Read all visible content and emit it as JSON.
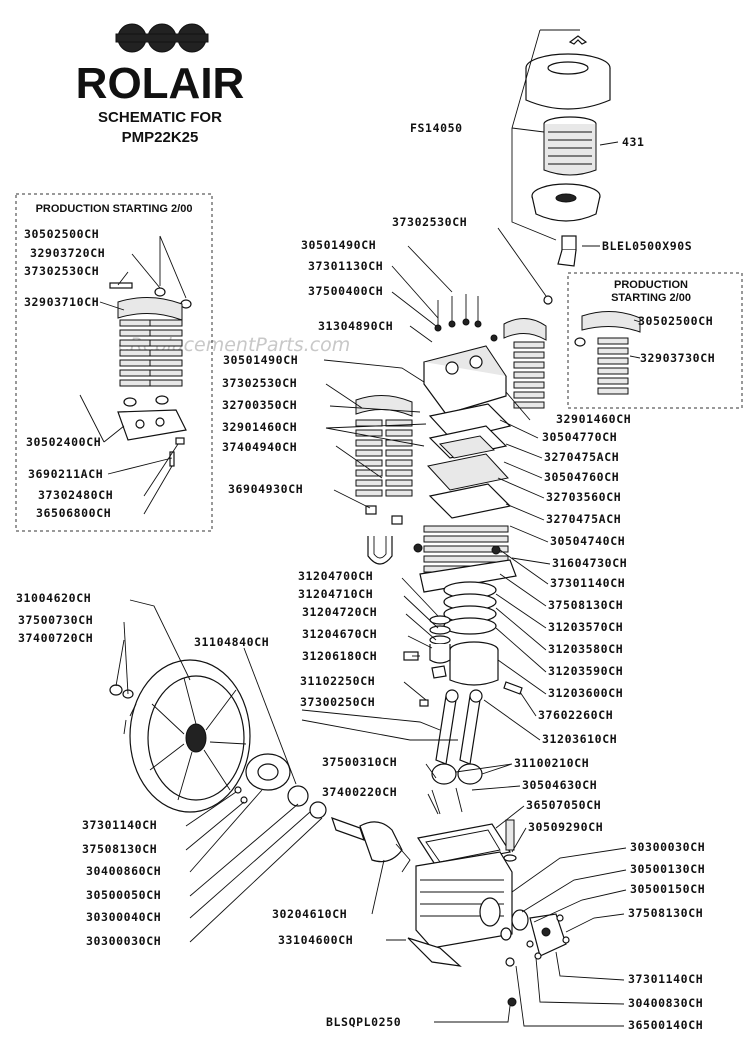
{
  "brand": "ROLAIR",
  "subtitle_line1": "SCHEMATIC FOR",
  "subtitle_line2": "PMP22K25",
  "watermark": "eReplacementParts.com",
  "left_box": {
    "title": "PRODUCTION STARTING 2/00",
    "labels": [
      "30502500CH",
      "32903720CH",
      "37302530CH",
      "32903710CH",
      "30502400CH",
      "3690211ACH",
      "37302480CH",
      "36506800CH"
    ]
  },
  "right_box": {
    "title_line1": "PRODUCTION",
    "title_line2": "STARTING 2/00",
    "labels": [
      "30502500CH",
      "32903730CH"
    ]
  },
  "top_labels": [
    "FS14050",
    "431",
    "BLEL0500X90S",
    "37302530CH"
  ],
  "head_left_labels": [
    "30501490CH",
    "37301130CH",
    "37500400CH",
    "31304890CH",
    "30501490CH",
    "37302530CH",
    "32700350CH",
    "32901460CH",
    "37404940CH",
    "36904930CH"
  ],
  "right_column_labels": [
    "32901460CH",
    "30504770CH",
    "3270475ACH",
    "30504760CH",
    "32703560CH",
    "3270475ACH",
    "30504740CH",
    "31604730CH",
    "37301140CH",
    "37508130CH",
    "31203570CH",
    "31203580CH",
    "31203590CH",
    "31203600CH",
    "37602260CH",
    "31203610CH",
    "31100210CH",
    "30504630CH",
    "36507050CH",
    "30509290CH",
    "30300030CH",
    "30500130CH",
    "30500150CH",
    "37508130CH",
    "37301140CH",
    "30400830CH",
    "36500140CH"
  ],
  "center_labels": [
    "31204700CH",
    "31204710CH",
    "31204720CH",
    "31204670CH",
    "31206180CH",
    "31102250CH",
    "37300250CH",
    "37500310CH",
    "37400220CH",
    "31104840CH"
  ],
  "left_labels": [
    "31004620CH",
    "37500730CH",
    "37400720CH",
    "37301140CH",
    "37508130CH",
    "30400860CH",
    "30500050CH",
    "30300040CH",
    "30300030CH"
  ],
  "bottom_labels": [
    "30204610CH",
    "33104600CH",
    "BLSQPL0250"
  ]
}
